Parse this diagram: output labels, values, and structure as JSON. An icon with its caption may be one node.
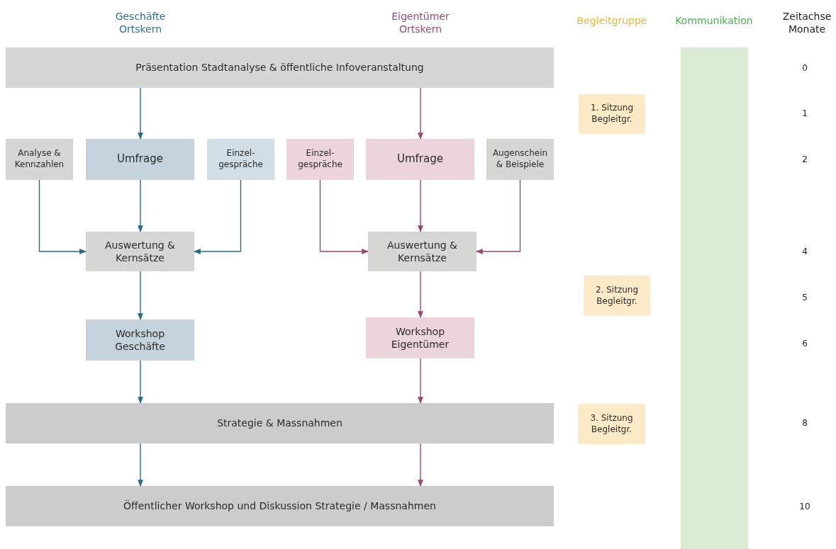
{
  "diagram": {
    "nodes": [
      {
        "text": [
          "Präsentation Stadtanalyse & öffentliche Infoveranstaltung"
        ]
      },
      {
        "text": [
          "Analyse & Kennzahlen"
        ]
      },
      {
        "text": [
          "Umfrage"
        ]
      },
      {
        "text": [
          "Einzel- gespräche"
        ]
      },
      {
        "text": [
          "Einzel- gespräche"
        ]
      },
      {
        "text": [
          "Umfrage"
        ]
      },
      {
        "text": [
          "Augenschein & Beispiele"
        ]
      },
      {
        "text": [
          "Auswertung & Kernsätze"
        ]
      },
      {
        "text": [
          "Auswertung & Kernsätze"
        ]
      },
      {
        "text": [
          "Workshop Geschäfte"
        ]
      },
      {
        "text": [
          "Workshop Eigentümer"
        ]
      },
      {
        "text": [
          "Strategie & Massnahmen"
        ]
      },
      {
        "text": [
          "Öffentlicher Workshop und Diskussion Strategie / Massnahmen"
        ]
      },
      {
        "text": [
          "1. Sitzung Begleitgr."
        ]
      },
      {
        "text": [
          "2. Sitzung Begleitgr."
        ]
      },
      {
        "text": [
          "3. Sitzung Begleitgr."
        ]
      },
      {
        "text": [],
        "shape": "bar"
      }
    ],
    "edges": [
      {
        "from": 0,
        "to": 2,
        "arrow": "to",
        "color": "#2a6a8a"
      },
      {
        "from": 0,
        "to": 5,
        "arrow": "to",
        "color": "#9a4870"
      },
      {
        "from": 2,
        "to": 7,
        "arrow": "to",
        "color": "#2a6a8a"
      },
      {
        "from": 1,
        "to": 7,
        "arrow": "to",
        "color": "#2a6a8a"
      },
      {
        "from": 3,
        "to": 7,
        "arrow": "to",
        "color": "#2a6a8a"
      },
      {
        "from": 5,
        "to": 8,
        "arrow": "to",
        "color": "#9a4870"
      },
      {
        "from": 4,
        "to": 8,
        "arrow": "to",
        "color": "#9a4870"
      },
      {
        "from": 6,
        "to": 8,
        "arrow": "to",
        "color": "#9a4870"
      },
      {
        "from": 7,
        "to": 9,
        "arrow": "to",
        "color": "#2a6a8a"
      },
      {
        "from": 8,
        "to": 10,
        "arrow": "to",
        "color": "#9a4870"
      },
      {
        "from": 9,
        "to": 11,
        "arrow": "to",
        "color": "#2a6a8a"
      },
      {
        "from": 10,
        "to": 11,
        "arrow": "to",
        "color": "#9a4870"
      },
      {
        "from": 11,
        "to": 12,
        "arrow": "to",
        "color": "#2a6a8a"
      },
      {
        "from": 11,
        "to": 12,
        "arrow": "to",
        "color": "#9a4870"
      }
    ],
    "labels": [
      "Geschäfte Ortskern",
      "Eigentümer Ortskern",
      "Begleitgruppe",
      "Kommunikation",
      "Zeitachse Monate",
      "0",
      "1",
      "2",
      "4",
      "5",
      "6",
      "8",
      "10"
    ]
  }
}
